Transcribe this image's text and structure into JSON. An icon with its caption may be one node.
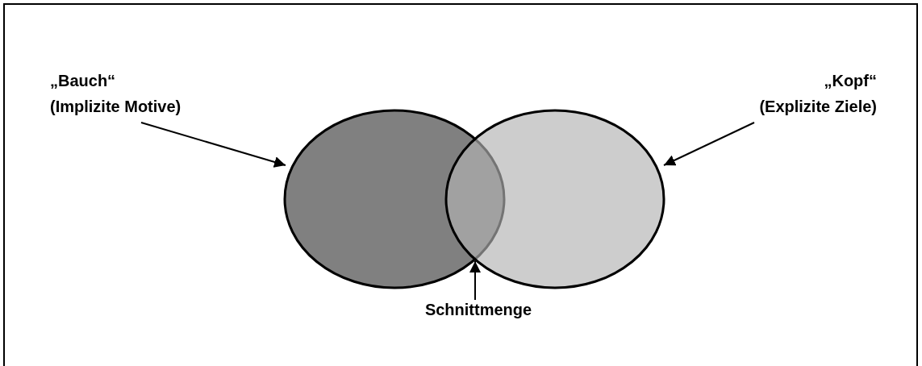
{
  "diagram": {
    "nodes": [
      {
        "text": [
          "„Bauch“",
          "(Implizite Motive)"
        ]
      },
      {
        "text": [
          "„Kopf“",
          "(Explizite Ziele)"
        ]
      },
      {
        "text": [],
        "shape": "circle"
      },
      {
        "text": [],
        "shape": "circle"
      },
      {
        "text": [
          "Schnittmenge"
        ]
      }
    ],
    "edges": [
      {
        "from": 0,
        "to": 2,
        "arrow": "to"
      },
      {
        "from": 1,
        "to": 3,
        "arrow": "to"
      },
      {
        "from": 4,
        "to": 3,
        "arrow": "to"
      }
    ]
  }
}
